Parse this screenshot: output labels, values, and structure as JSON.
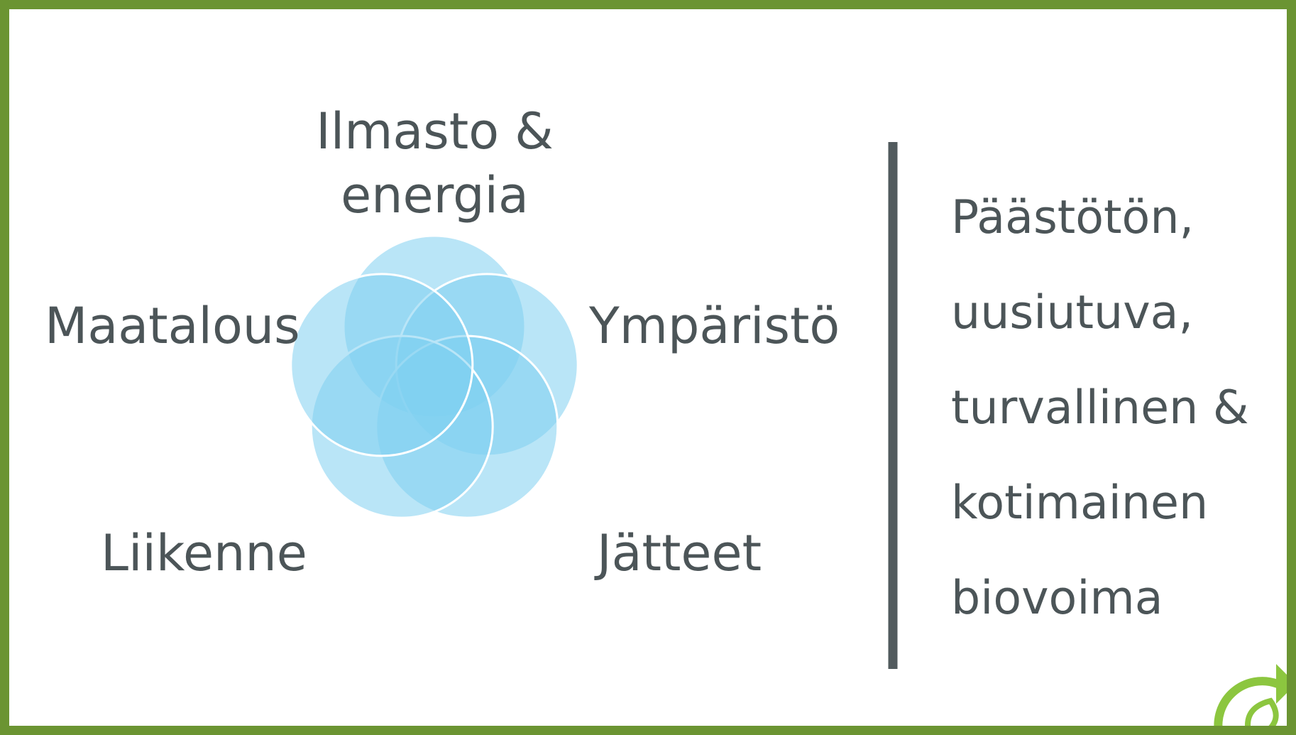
{
  "diagram": {
    "circles": [
      {
        "label": "Ilmasto & energia",
        "lines": [
          "Ilmasto &",
          "energia"
        ]
      },
      {
        "label": "Ympäristö"
      },
      {
        "label": "Jätteet"
      },
      {
        "label": "Liikenne"
      },
      {
        "label": "Maatalous"
      }
    ]
  },
  "summary_lines": [
    "Päästötön,",
    "uusiutuva,",
    "turvallinen &",
    "kotimainen",
    "biovoima"
  ],
  "colors": {
    "frame": "#6b9432",
    "circle_fill": "#7fd0f0",
    "text": "#4c5558",
    "divider": "#525b5e",
    "logo_green": "#8cc63f"
  },
  "logo": {
    "icon": "recycle-leaf-icon"
  }
}
